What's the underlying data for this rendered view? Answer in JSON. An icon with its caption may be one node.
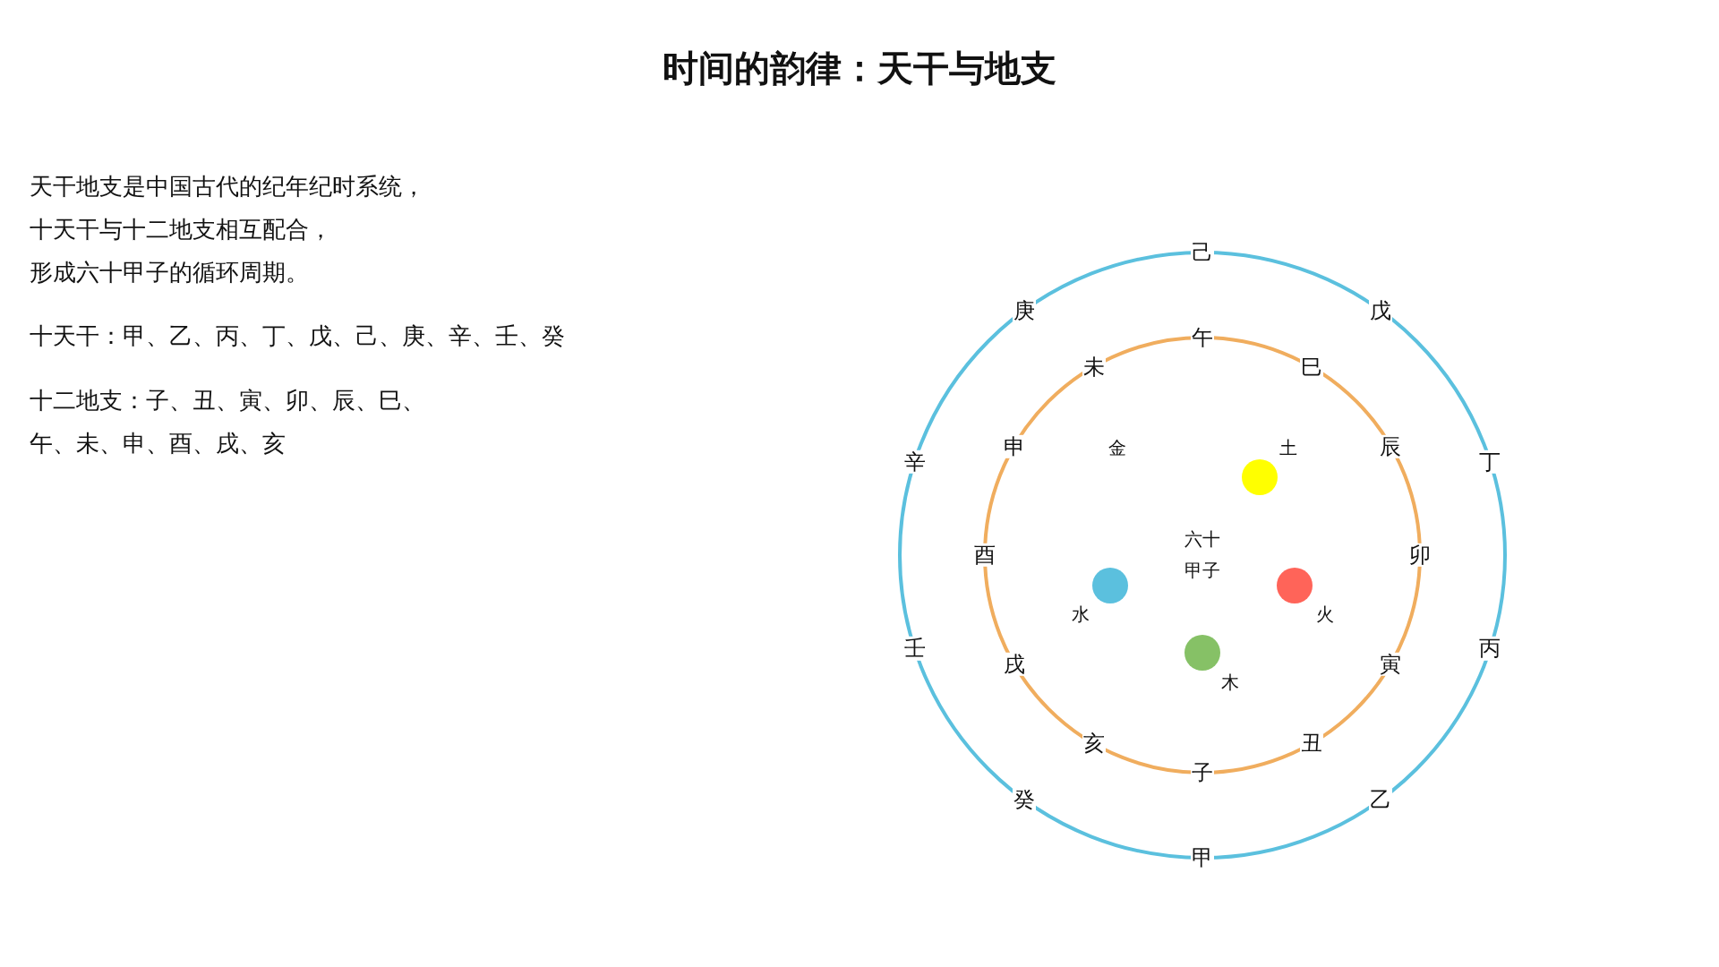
{
  "diagram": {
    "title": "时间的韵律：天干与地支",
    "labels": [
      "天干地支是中国古代的纪年纪时系统，",
      "十天干与十二地支相互配合，",
      "形成六十甲子的循环周期。",
      "十天干：甲、乙、丙、丁、戊、己、庚、辛、壬、癸",
      "十二地支：子、丑、寅、卯、辰、巳、",
      "午、未、申、酉、戌、亥",
      "甲",
      "乙",
      "丙",
      "丁",
      "戊",
      "己",
      "庚",
      "辛",
      "壬",
      "癸",
      "子",
      "丑",
      "寅",
      "卯",
      "辰",
      "巳",
      "午",
      "未",
      "申",
      "酉",
      "戌",
      "亥",
      "六十甲子",
      "金",
      "土",
      "水",
      "火",
      "木"
    ]
  }
}
